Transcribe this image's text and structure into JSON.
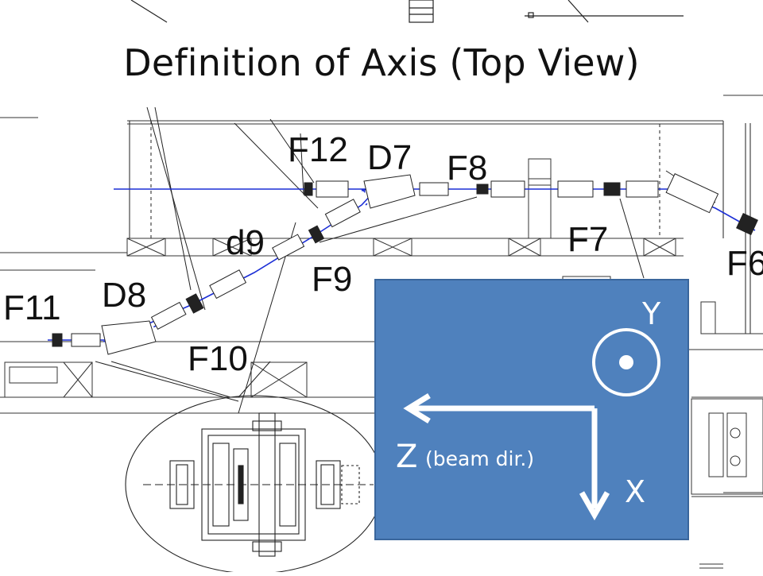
{
  "title": "Definition of Axis (Top View)",
  "labels": {
    "f12": "F12",
    "d7": "D7",
    "f8": "F8",
    "f7": "F7",
    "f6": "F6",
    "d9": "d9",
    "f9": "F9",
    "f11": "F11",
    "d8": "D8",
    "f10": "F10"
  },
  "axes": {
    "y": "Y",
    "z": "Z",
    "z_note": "(beam dir.)",
    "x": "X"
  },
  "colors": {
    "beamline": "#1c2fd6",
    "panel": "#4f81bd",
    "panel_border": "#3a669c",
    "drawing": "#222222"
  }
}
